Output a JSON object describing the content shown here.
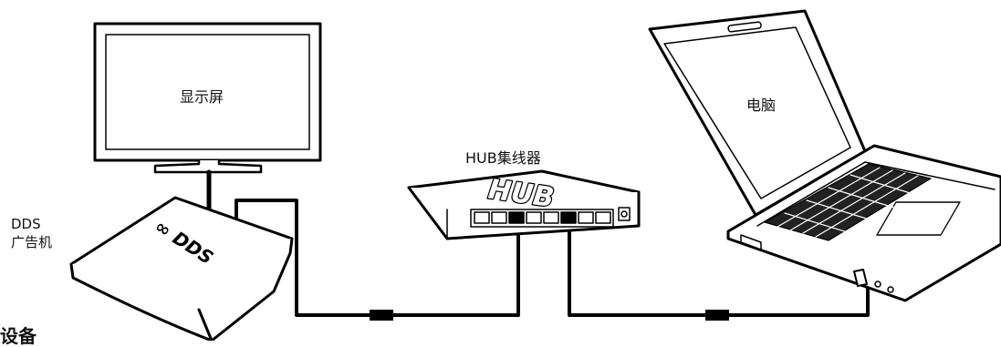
{
  "labels": {
    "monitor": "显示屏",
    "laptop": "电脑",
    "hub": "HUB集线器",
    "dds_player_line1": "DDS",
    "dds_player_line2": "广告机",
    "caption_partial": "设备"
  },
  "device_text": {
    "hub_case": "HUB",
    "dds_case": "∞ DDS"
  },
  "colors": {
    "line": "#000000",
    "fill": "#ffffff",
    "key": "#222222"
  }
}
